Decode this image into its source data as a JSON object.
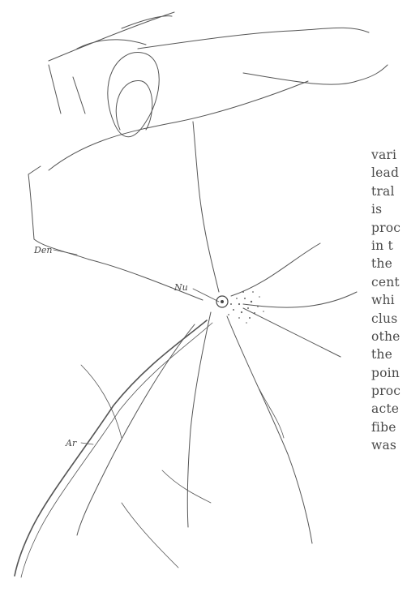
{
  "figure": {
    "labels": {
      "den": "Den",
      "nu": "Nu",
      "ar": "Ar"
    },
    "ink_color": "#555555"
  },
  "text_column": {
    "lines": [
      "vari",
      "lead",
      "tral",
      "is",
      "proc",
      "in t",
      "the",
      "cent",
      "whi",
      "clus",
      "othe",
      "the",
      "poin",
      "proc",
      "acte",
      "fibe",
      "was"
    ]
  }
}
